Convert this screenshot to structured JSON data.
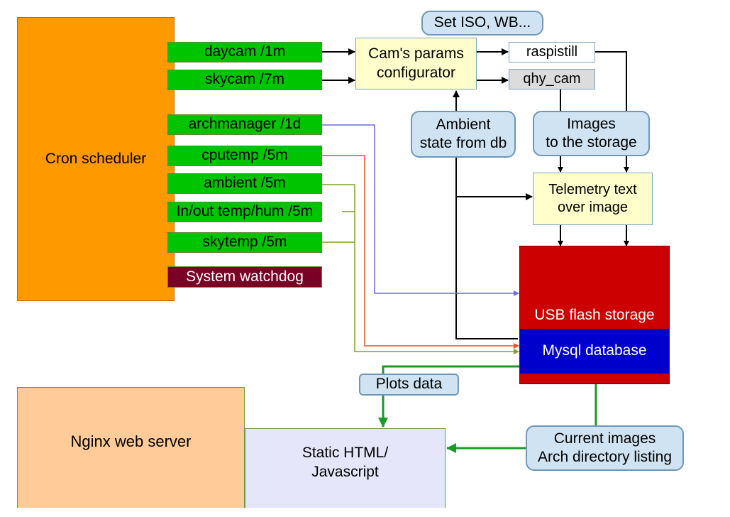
{
  "cron": {
    "label": "Cron scheduler"
  },
  "jobs": {
    "daycam": "daycam /1m",
    "skycam": "skycam /7m",
    "archmanager": "archmanager /1d",
    "cputemp": "cputemp /5m",
    "ambient": "ambient /5m",
    "inout": "In/out temp/hum /5m",
    "skytemp": "skytemp /5m",
    "watchdog": "System watchdog"
  },
  "camera": {
    "set_params": "Set ISO, WB...",
    "configurator_line1": "Cam's params",
    "configurator_line2": "configurator",
    "raspistill": "raspistill",
    "qhy_cam": "qhy_cam",
    "ambient_line1": "Ambient",
    "ambient_line2": "state from db",
    "images_line1": "Images",
    "images_line2": "to the storage",
    "telemetry_line1": "Telemetry text",
    "telemetry_line2": "over image"
  },
  "storage": {
    "usb": "USB flash storage",
    "mysql": "Mysql database"
  },
  "web": {
    "plots": "Plots data",
    "nginx": "Nginx web server",
    "static_line1": "Static HTML/",
    "static_line2": "Javascript",
    "current_line1": "Current images",
    "current_line2": "Arch directory listing"
  },
  "colors": {
    "cron": "#ff9900",
    "job": "#00c400",
    "watchdog": "#7a0026",
    "usb": "#cc0000",
    "mysql": "#0000cc",
    "nginx": "#ffcc99",
    "static": "#e6e6fa",
    "bubble": "#cfe3f2",
    "yellow": "#ffffcc",
    "arrow_green": "#1a9a2a",
    "arrow_blue": "#6a6ae0",
    "arrow_red": "#e8502a",
    "arrow_olive": "#7aa32a"
  }
}
